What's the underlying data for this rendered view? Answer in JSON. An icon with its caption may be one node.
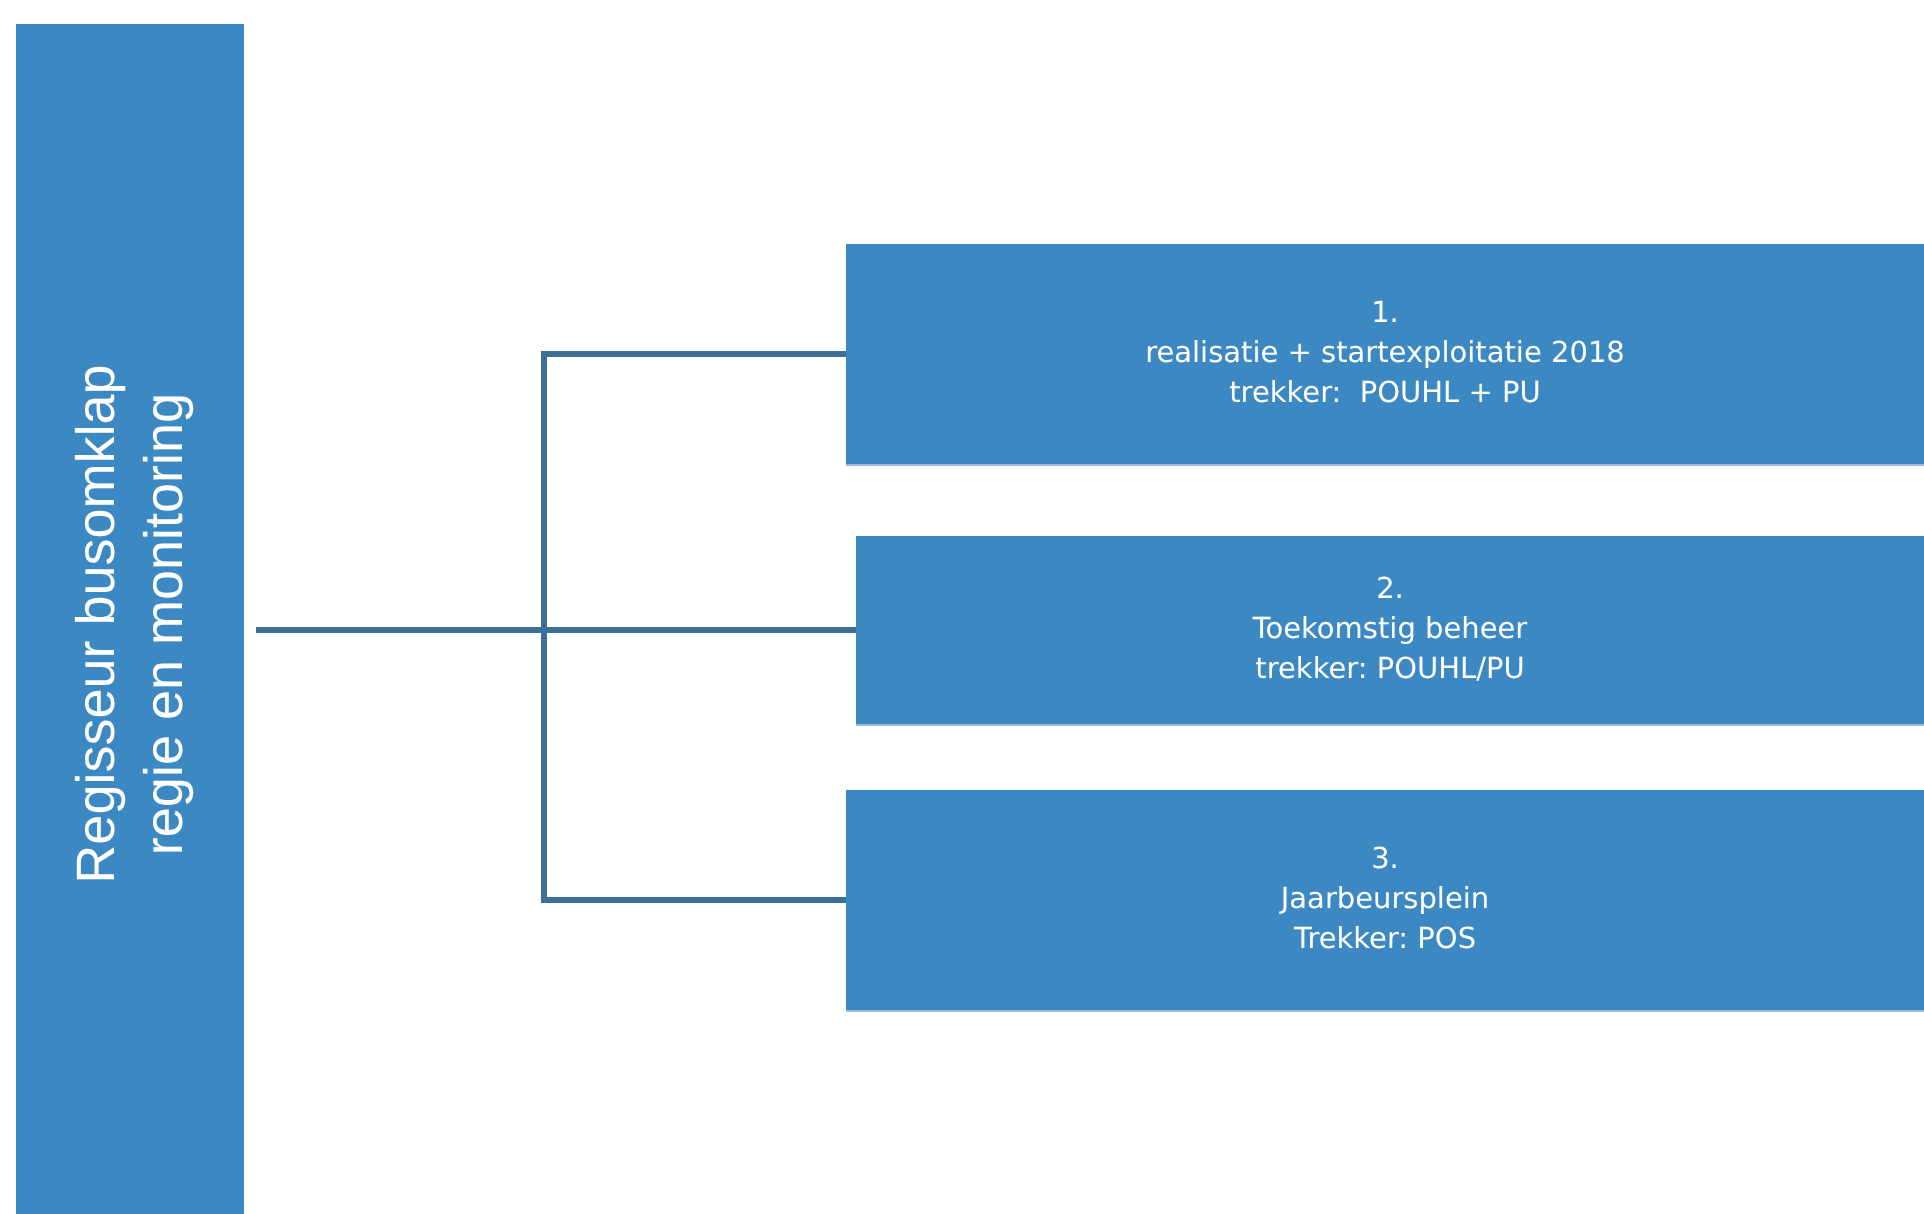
{
  "diagram": {
    "nodes": [
      {
        "text": [
          "Regisseur busomklap",
          "regie en monitoring"
        ]
      },
      {
        "text": [
          "1.",
          "realisatie + startexploitatie 2018",
          "trekker:  POUHL + PU"
        ]
      },
      {
        "text": [
          "2.",
          "Toekomstig beheer",
          "trekker: POUHL/PU"
        ]
      },
      {
        "text": [
          "3.",
          "Jaarbeursplein",
          "Trekker: POS"
        ]
      }
    ],
    "edges": [
      {
        "from": 0,
        "to": 1,
        "arrow": "none"
      },
      {
        "from": 0,
        "to": 2,
        "arrow": "none"
      },
      {
        "from": 0,
        "to": 3,
        "arrow": "none"
      }
    ]
  }
}
